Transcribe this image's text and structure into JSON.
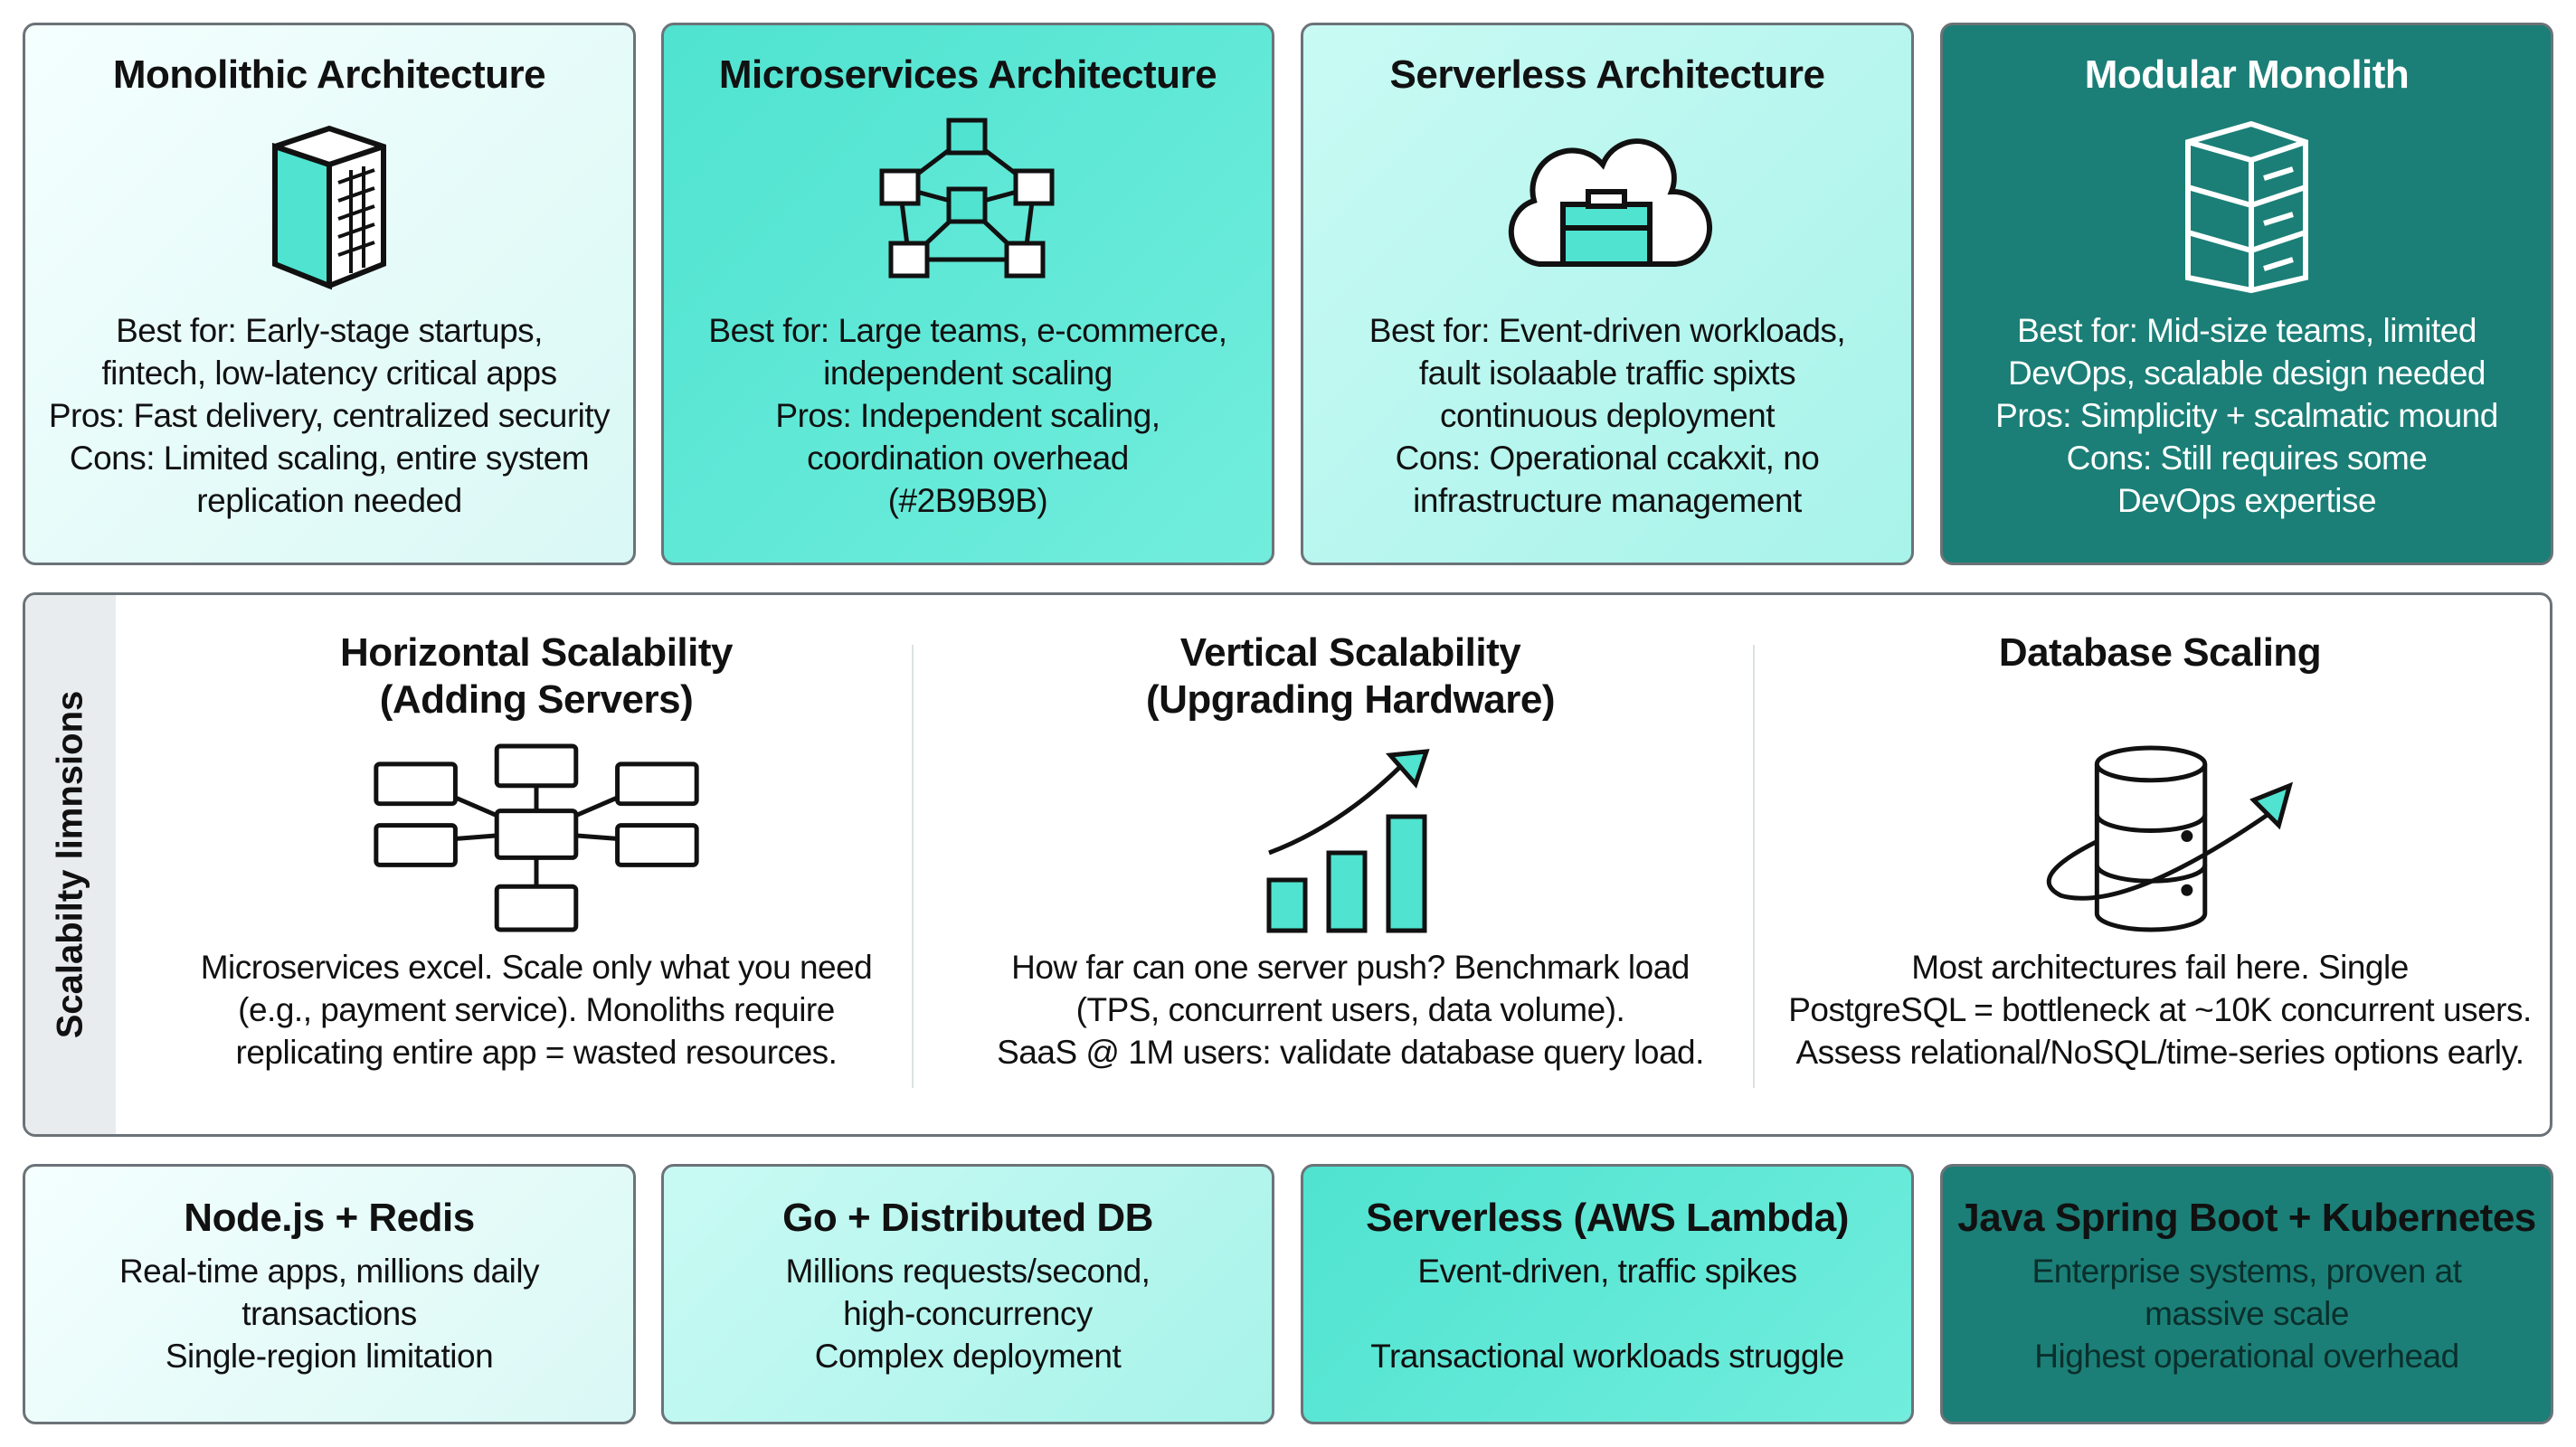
{
  "architectures": [
    {
      "title": "Monolithic Architecture",
      "icon": "building-icon",
      "lines": [
        "Best for: Early-stage startups,",
        "fintech, low-latency critical apps",
        "Pros: Fast delivery, centralized security",
        "Cons: Limited scaling, entire system",
        "replication needed"
      ]
    },
    {
      "title": "Microservices Architecture",
      "icon": "network-cubes-icon",
      "lines": [
        "Best for: Large teams, e-commerce,",
        "independent scaling",
        "Pros: Independent scaling,",
        "coordination overhead",
        "(#2B9B9B)"
      ]
    },
    {
      "title": "Serverless Architecture",
      "icon": "cloud-server-icon",
      "lines": [
        "Best for: Event-driven workloads,",
        "fault isolaable traffic spixts",
        "continuous deployment",
        "Cons: Operational ccakxit, no",
        "infrastructure management"
      ]
    },
    {
      "title": "Modular Monolith",
      "icon": "stacked-modules-icon",
      "lines": [
        "Best for: Mid-size teams, limited",
        "DevOps, scalable design needed",
        "Pros: Simplicity + scalmatic mound",
        "Cons: Still requires some",
        "DevOps expertise"
      ]
    }
  ],
  "scalability": {
    "side_label": "Scalabilty limnsions",
    "columns": [
      {
        "title_lines": [
          "Horizontal Scalability",
          "(Adding Servers)"
        ],
        "icon": "server-network-icon",
        "lines": [
          "Microservices excel. Scale only what you need",
          "(e.g., payment service). Monoliths require",
          "replicating entire app = wasted resources."
        ]
      },
      {
        "title_lines": [
          "Vertical Scalability",
          "(Upgrading Hardware)"
        ],
        "icon": "growth-bar-chart-icon",
        "lines": [
          "How far can one server push? Benchmark load",
          "(TPS, concurrent users, data volume).",
          "SaaS @ 1M users: validate database query load."
        ]
      },
      {
        "title_lines": [
          "Database Scaling"
        ],
        "icon": "database-orbit-icon",
        "lines": [
          "Most architectures fail here. Single",
          "PostgreSQL = bottleneck at ~10K concurrent users.",
          "Assess relational/NoSQL/time-series options early."
        ]
      }
    ]
  },
  "stacks": [
    {
      "title": "Node.js + Redis",
      "lines": [
        "Real-time apps, millions daily",
        "transactions",
        "Single-region limitation"
      ]
    },
    {
      "title": "Go + Distributed DB",
      "lines": [
        "Millions requests/second,",
        "high-concurrency",
        "Complex deployment"
      ]
    },
    {
      "title": "Serverless (AWS Lambda)",
      "lines": [
        "Event-driven, traffic spikes",
        "",
        "Transactional workloads struggle"
      ]
    },
    {
      "title": "Java Spring Boot + Kubernetes",
      "lines": [
        "Enterprise systems, proven at",
        "massive scale",
        "Highest operational overhead"
      ]
    }
  ],
  "colors": {
    "accent": "#2B9B9B",
    "turquoise": "#4fe3d0",
    "dark_teal": "#1b7f77",
    "light": "#e0faf7"
  }
}
